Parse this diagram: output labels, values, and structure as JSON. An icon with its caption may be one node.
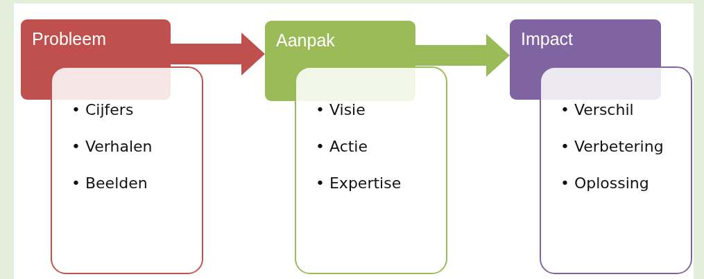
{
  "diagram": {
    "nodes": [
      {
        "text": [
          "Probleem"
        ]
      },
      {
        "text": [
          "• Cijfers",
          "• Verhalen",
          "• Beelden"
        ]
      },
      {
        "text": [
          "Aanpak"
        ]
      },
      {
        "text": [
          "• Visie",
          "• Actie",
          "• Expertise"
        ]
      },
      {
        "text": [
          "Impact"
        ]
      },
      {
        "text": [
          "• Verschil",
          "• Verbetering",
          "• Oplossing"
        ]
      }
    ],
    "edges": [
      {
        "from": 0,
        "to": 2,
        "arrow": "to",
        "color": "#c0504d"
      },
      {
        "from": 2,
        "to": 4,
        "arrow": "to",
        "color": "#9bbb59"
      }
    ]
  }
}
